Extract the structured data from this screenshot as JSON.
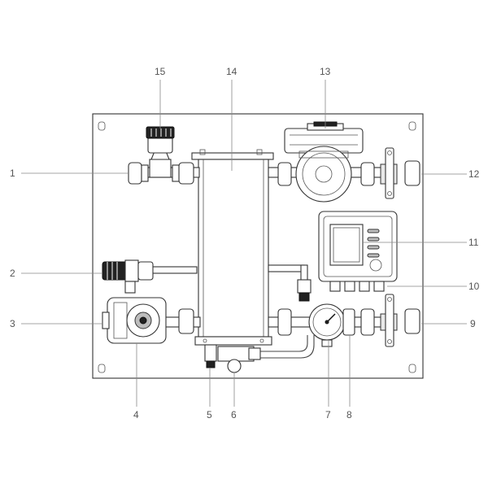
{
  "callouts": [
    {
      "id": "1",
      "label": "1"
    },
    {
      "id": "2",
      "label": "2"
    },
    {
      "id": "3",
      "label": "3"
    },
    {
      "id": "4",
      "label": "4"
    },
    {
      "id": "5",
      "label": "5"
    },
    {
      "id": "6",
      "label": "6"
    },
    {
      "id": "7",
      "label": "7"
    },
    {
      "id": "8",
      "label": "8"
    },
    {
      "id": "9",
      "label": "9"
    },
    {
      "id": "10",
      "label": "10"
    },
    {
      "id": "11",
      "label": "11"
    },
    {
      "id": "12",
      "label": "12"
    },
    {
      "id": "13",
      "label": "13"
    },
    {
      "id": "14",
      "label": "14"
    },
    {
      "id": "15",
      "label": "15"
    }
  ],
  "colors": {
    "line": "#444444",
    "label": "#555555",
    "background": "#ffffff"
  }
}
